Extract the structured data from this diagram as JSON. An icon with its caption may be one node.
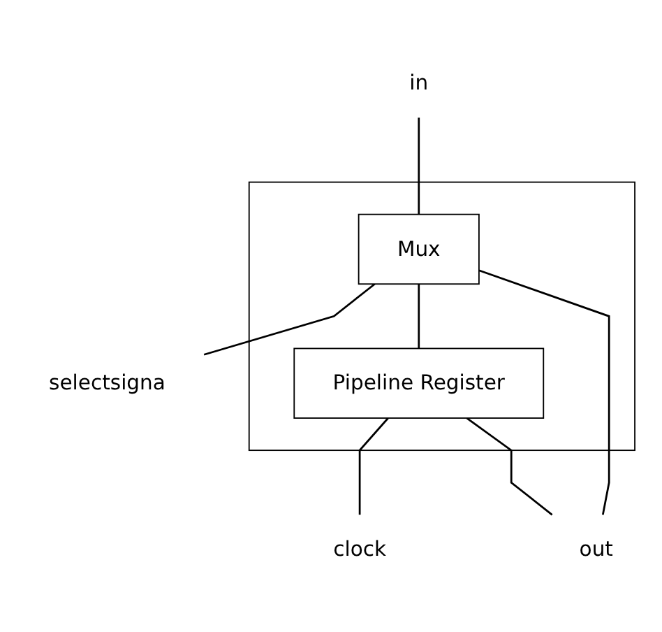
{
  "diagram": {
    "nodes": [
      {
        "text": [
          "in"
        ]
      },
      {
        "text": [],
        "shape": "box"
      },
      {
        "text": [
          "Mux"
        ],
        "in": 1
      },
      {
        "text": [
          "Pipeline Register"
        ],
        "in": 1
      },
      {
        "text": [
          "selectsigna"
        ]
      },
      {
        "text": [
          "clock"
        ]
      },
      {
        "text": [
          "out"
        ]
      }
    ],
    "edges": [
      {
        "from": 0,
        "to": 2,
        "arrow": "none"
      },
      {
        "from": 2,
        "to": 4,
        "arrow": "none"
      },
      {
        "from": 2,
        "to": 3,
        "arrow": "none"
      },
      {
        "from": 3,
        "to": 5,
        "arrow": "none"
      },
      {
        "from": 2,
        "to": 6,
        "arrow": "none"
      },
      {
        "from": 3,
        "to": 6,
        "arrow": "none"
      }
    ]
  }
}
